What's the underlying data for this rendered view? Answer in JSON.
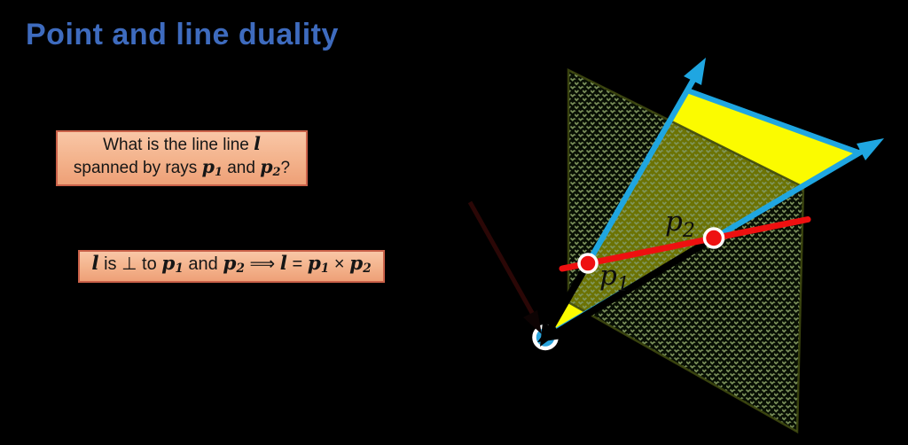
{
  "slide": {
    "title": "Point and line duality",
    "title_color": "#3e6bbe",
    "background": "#000000"
  },
  "question_box": {
    "border_color": "#ca6149",
    "fill_top": "#f9c6a6",
    "fill_bottom": "#eea077",
    "text_color": "#161616",
    "line1": [
      {
        "t": "What is the line line ",
        "c": "plain"
      },
      {
        "t": "l",
        "c": "math"
      }
    ],
    "line2": [
      {
        "t": "spanned by rays ",
        "c": "plain"
      },
      {
        "t": "p",
        "c": "math"
      },
      {
        "t": "1",
        "c": "msub"
      },
      {
        "t": " and ",
        "c": "plain"
      },
      {
        "t": "p",
        "c": "math"
      },
      {
        "t": "2",
        "c": "msub"
      },
      {
        "t": "?",
        "c": "plain"
      }
    ]
  },
  "answer_box": {
    "border_color": "#ca6149",
    "fill_top": "#f9c6a6",
    "fill_bottom": "#eea077",
    "text_color": "#161616",
    "segments": [
      {
        "t": "l",
        "c": "math"
      },
      {
        "t": " is ",
        "c": "plain"
      },
      {
        "t": "⊥",
        "c": "plain"
      },
      {
        "t": " to ",
        "c": "plain"
      },
      {
        "t": "p",
        "c": "math"
      },
      {
        "t": "1",
        "c": "msub"
      },
      {
        "t": " and ",
        "c": "plain"
      },
      {
        "t": "p",
        "c": "math"
      },
      {
        "t": "2",
        "c": "msub"
      },
      {
        "t": " ⟹ ",
        "c": "plain"
      },
      {
        "t": "l",
        "c": "math"
      },
      {
        "t": " = ",
        "c": "plain"
      },
      {
        "t": "p",
        "c": "math"
      },
      {
        "t": "1",
        "c": "msub"
      },
      {
        "t": " × ",
        "c": "plain"
      },
      {
        "t": "p",
        "c": "math"
      },
      {
        "t": "2",
        "c": "msub"
      }
    ]
  },
  "diagram": {
    "p1_label": {
      "base": "p",
      "sub": "1"
    },
    "p2_label": {
      "base": "p",
      "sub": "2"
    },
    "colors": {
      "ray_blue": "#1fa6e1",
      "line_red": "#ee1010",
      "plane_green": "#7e965e",
      "span_yellow": "#fbfb00",
      "camera_cyan": "#29a3dc",
      "point_red": "#ee1111",
      "point_ring": "#ffffff",
      "dark_red_arrow": "#2b0706",
      "black_arrow": "#000000"
    }
  }
}
